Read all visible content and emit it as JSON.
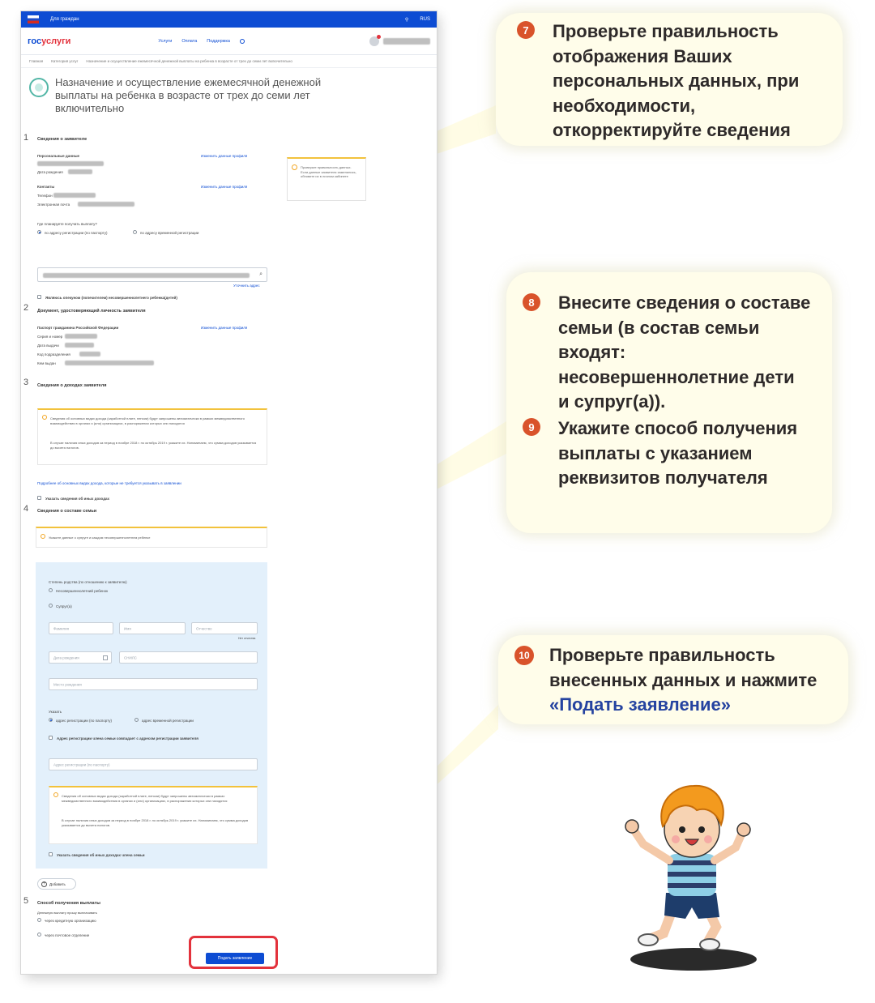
{
  "portal": {
    "topbar_label": "Для граждан",
    "lang": "RUS",
    "logo_main": "гос",
    "logo_accent": "услуги",
    "nav": [
      "Услуги",
      "Оплата",
      "Поддержка"
    ],
    "breadcrumbs": [
      "Главная",
      "Категория услуг",
      "Назначение и осуществление ежемесячной денежной выплаты на ребенка в возрасте от трех до семи лет включительно"
    ]
  },
  "service": {
    "title": "Назначение и осуществление ежемесячной денежной выплаты на ребенка в возрасте от трех до семи лет включительно"
  },
  "sections": {
    "s1": {
      "num": "1",
      "title": "Сведения о заявителе",
      "personal": "Персональные данные",
      "birth": "Дата рождения",
      "contacts": "Контакты",
      "phone": "Телефон",
      "email": "Электронная почта",
      "edit_profile": "Изменить данные профиля",
      "where_question": "Где планируете получать выплату?",
      "opt_reg": "по адресу регистрации (по паспорту)",
      "opt_temp": "по адресу временной регистрации",
      "map_link": "Уточнить адрес",
      "guardian": "Являюсь опекуном (попечителем) несовершеннолетнего ребенка(детей)",
      "side_note": "Проверьте правильность данных. Если данные заявителя изменились, обновите их в личном кабинете"
    },
    "s2": {
      "num": "2",
      "title": "Документ, удостоверяющий личность заявителя",
      "doc": "Паспорт гражданина Российской Федерации",
      "series": "Серия и номер",
      "issue_date": "Дата выдачи",
      "code": "Код подразделения",
      "issued_by": "Кем выдан",
      "edit": "Изменить данные профиля"
    },
    "s3": {
      "num": "3",
      "title": "Сведения о доходах заявителя",
      "note1": "Сведения об основных видах дохода (заработной плате, пенсии) будут запрошены автоматически в рамках межведомственного взаимодействия в органах и (или) организациях, в распоряжении которых они находятся",
      "note2": "В случае наличия иных доходов за период в ноябре 2018 г. по октябрь 2019 г. укажите их. Напоминаем, что сумма доходов указывается до вычета налогов.",
      "link": "Подробнее об основных видах дохода, которые не требуется указывать в заявлении",
      "check": "Указать сведения об иных доходах"
    },
    "s4": {
      "num": "4",
      "title": "Сведения о составе семьи",
      "note": "Укажите данные о супруге и каждом несовершеннолетнем ребенке",
      "relation_q": "Степень родства (по отношению к заявителю)",
      "opt_child": "Несовершеннолетний ребенок",
      "opt_spouse": "Супруг(а)",
      "surname": "Фамилия",
      "name": "Имя",
      "patronymic": "Отчество",
      "no_patronymic": "Нет отчества",
      "birthdate": "Дата рождения",
      "snils": "СНИЛС",
      "birthplace": "Место рождения",
      "specify": "Указать",
      "addr_reg": "адрес регистрации (по паспорту)",
      "addr_temp": "адрес временной регистрации",
      "same_addr": "Адрес регистрации члена семьи совпадает с адресом регистрации заявителя",
      "addr_field": "Адрес регистрации (по паспорту)",
      "income_note1": "Сведения об основных видах дохода (заработной плате, пенсии) будут запрошены автоматически в рамках межведомственного взаимодействия в органах и (или) организациях, в распоряжении которых они находятся",
      "income_note2": "В случае наличия иных доходов за период в ноябре 2018 г. по октябрь 2019 г. укажите их. Напоминаем, что сумма доходов указывается до вычета налогов.",
      "income_check": "Указать сведения об иных доходах члена семьи",
      "add": "Добавить"
    },
    "s5": {
      "num": "5",
      "title": "Способ получения выплаты",
      "question": "Денежную выплату прошу выплачивать",
      "opt_bank": "через кредитную организацию",
      "opt_post": "через почтовое отделение"
    },
    "submit": "Подать заявление"
  },
  "callouts": {
    "c7": {
      "num": "7",
      "lines": [
        "Проверьте правильность",
        "отображения Ваших",
        "персональных данных, при",
        "необходимости,",
        "откорректируйте сведения"
      ]
    },
    "c8": {
      "num": "8",
      "lines": [
        "Внесите сведения о составе",
        "семьи (в состав семьи",
        "входят:",
        "несовершеннолетние дети",
        "и супруг(а))."
      ]
    },
    "c9": {
      "num": "9",
      "lines": [
        "Укажите способ получения",
        "выплаты с указанием",
        "реквизитов получателя"
      ]
    },
    "c10": {
      "num": "10",
      "lines": [
        "Проверьте правильность",
        "внесенных данных и нажмите"
      ],
      "highlight": "«Подать заявление»"
    }
  },
  "colors": {
    "brand_blue": "#0d4cd3",
    "accent_red": "#e3323c",
    "callout_bg": "#fffdea",
    "badge": "#d9532b",
    "family_bg": "#e3f0fb"
  }
}
